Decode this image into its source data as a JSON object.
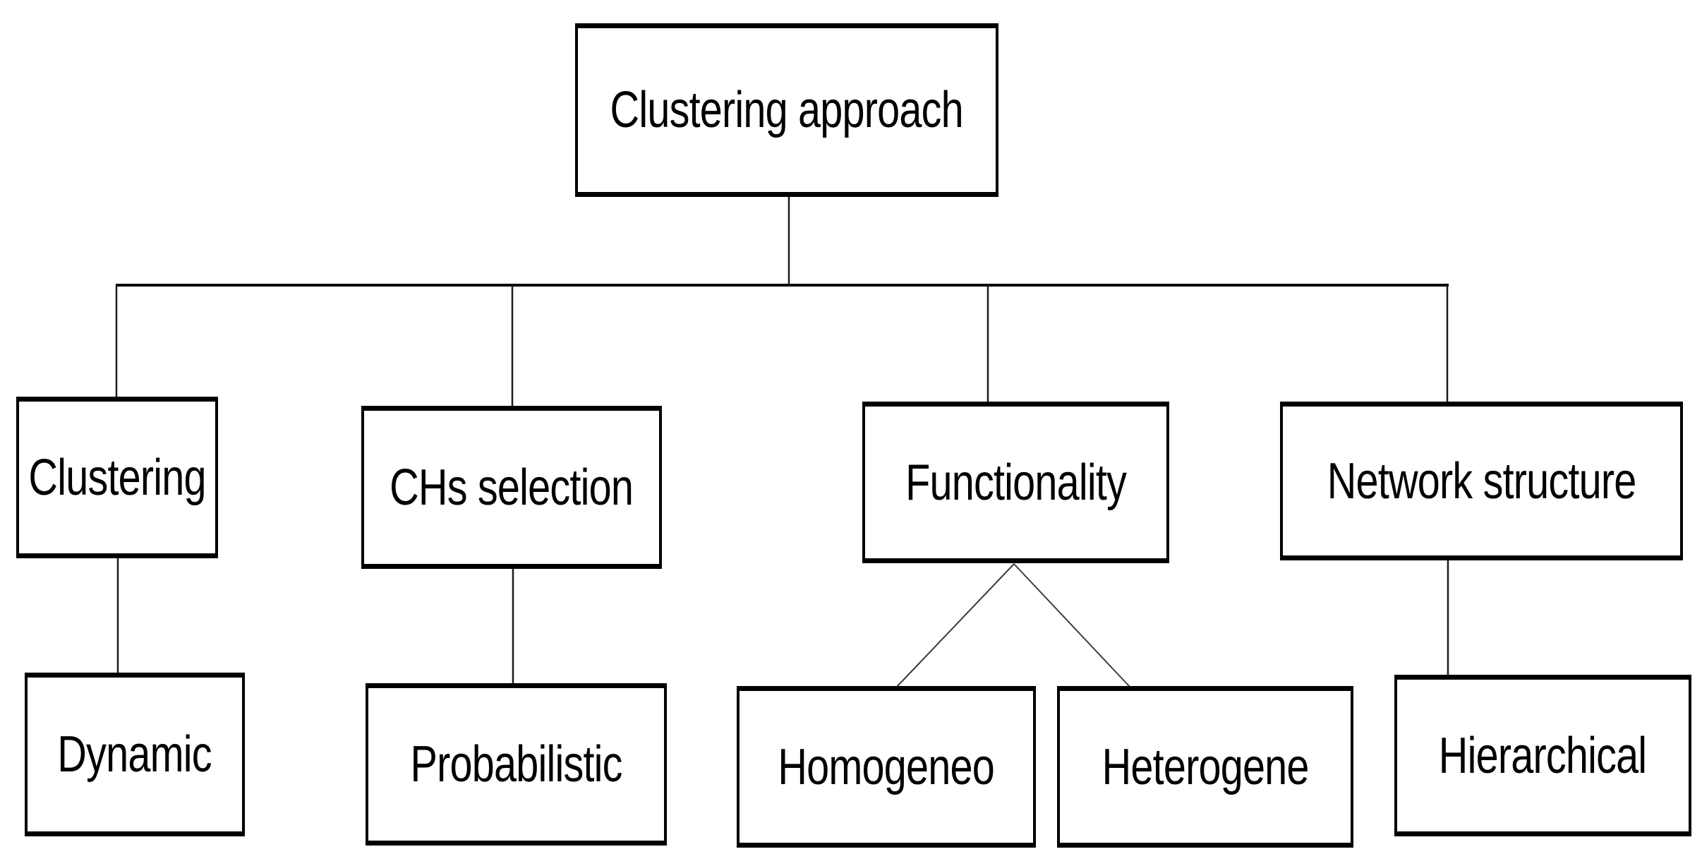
{
  "diagram": {
    "type": "hierarchy-tree",
    "nodes": {
      "root": {
        "label": "Clustering approach"
      },
      "clustering": {
        "label": "Clustering"
      },
      "chs_selection": {
        "label": "CHs selection"
      },
      "functionality": {
        "label": "Functionality"
      },
      "network_structure": {
        "label": "Network structure"
      },
      "dynamic": {
        "label": "Dynamic"
      },
      "probabilistic": {
        "label": "Probabilistic"
      },
      "homogeneo": {
        "label": "Homogeneo"
      },
      "heterogene": {
        "label": "Heterogene"
      },
      "hierarchical": {
        "label": "Hierarchical"
      }
    },
    "edges": [
      {
        "from": "root",
        "to": "clustering"
      },
      {
        "from": "root",
        "to": "chs_selection"
      },
      {
        "from": "root",
        "to": "functionality"
      },
      {
        "from": "root",
        "to": "network_structure"
      },
      {
        "from": "clustering",
        "to": "dynamic"
      },
      {
        "from": "chs_selection",
        "to": "probabilistic"
      },
      {
        "from": "functionality",
        "to": "homogeneo"
      },
      {
        "from": "functionality",
        "to": "heterogene"
      },
      {
        "from": "network_structure",
        "to": "hierarchical"
      }
    ],
    "colors": {
      "background": "#ffffff",
      "box_fill": "#ffffff",
      "box_border": "#000000",
      "text": "#000000",
      "connector": "#1c1c1c",
      "diagonal_connector": "#3c3c3c"
    }
  }
}
